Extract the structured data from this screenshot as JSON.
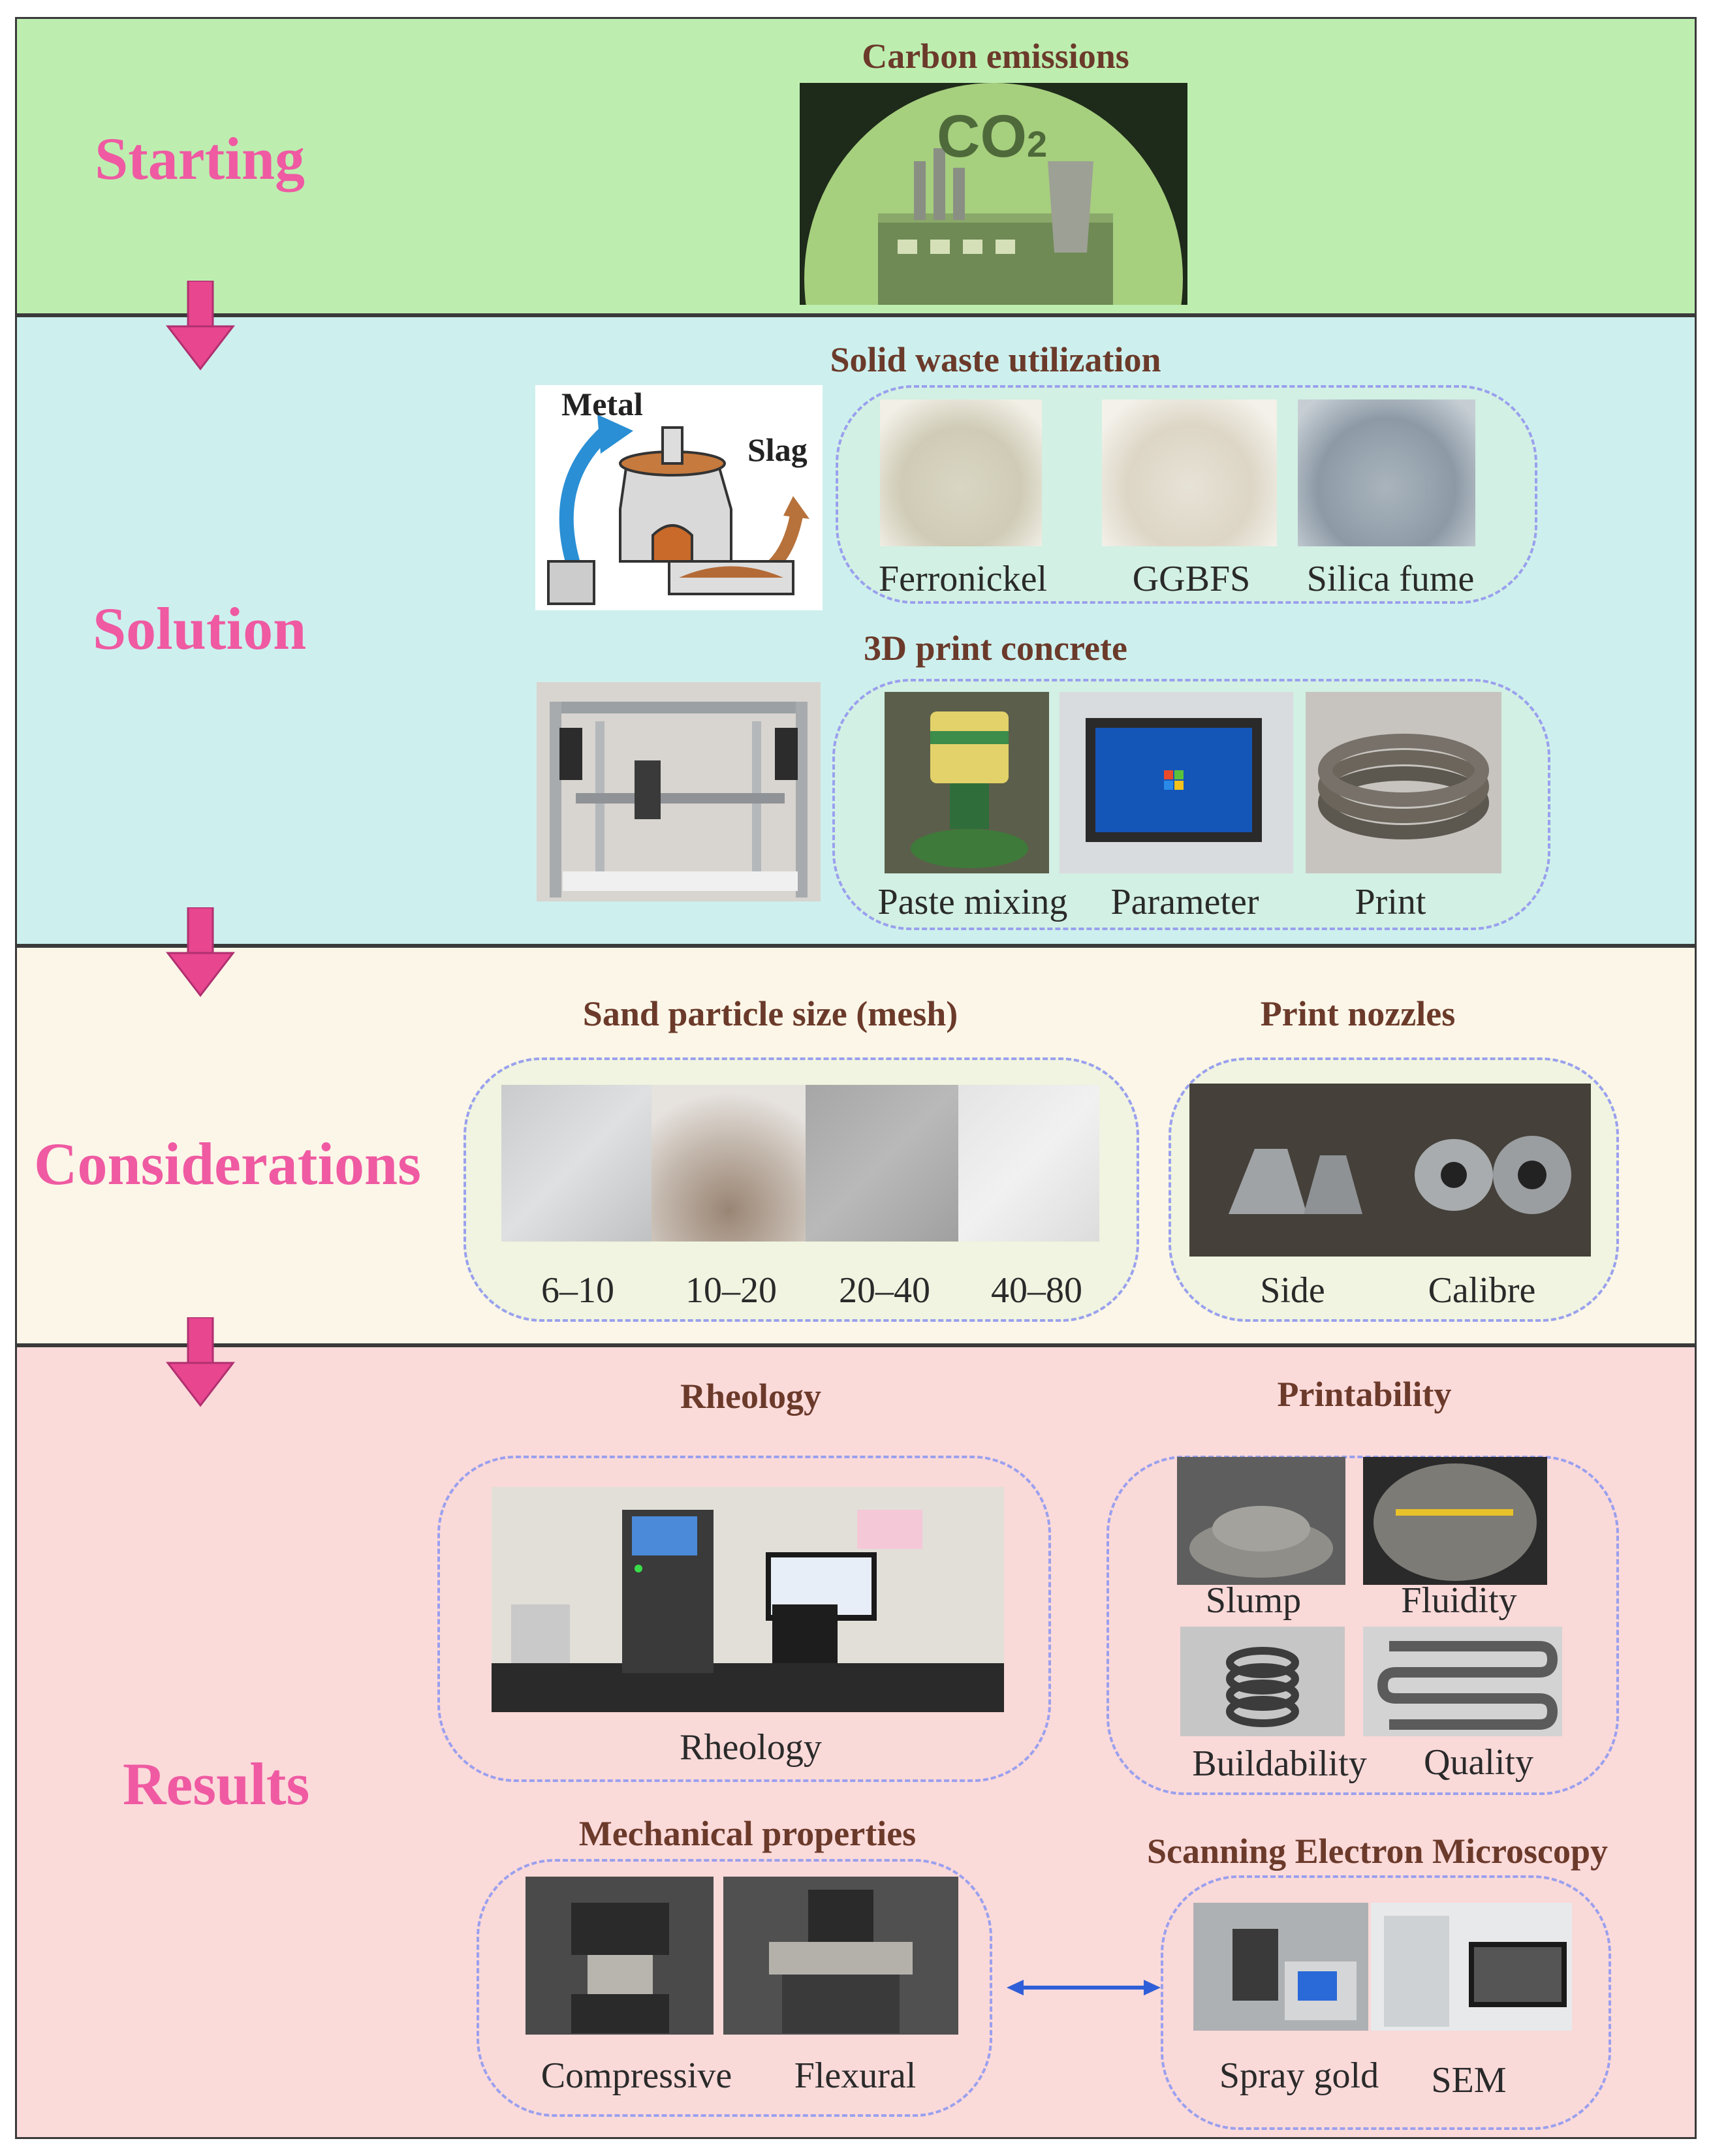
{
  "stages": {
    "starting": "Starting",
    "solution": "Solution",
    "considerations": "Considerations",
    "results": "Results"
  },
  "starting": {
    "heading": "Carbon emissions",
    "co2_label": "CO",
    "co2_sub": "2"
  },
  "solution": {
    "waste_heading": "Solid waste utilization",
    "furnace_metal": "Metal",
    "furnace_slag": "Slag",
    "materials": [
      "Ferronickel",
      "GGBFS",
      "Silica fume"
    ],
    "print_heading": "3D print concrete",
    "print_steps": [
      "Paste mixing",
      "Parameter",
      "Print"
    ]
  },
  "considerations": {
    "sand_heading": "Sand particle size (mesh)",
    "sand_sizes": [
      "6–10",
      "10–20",
      "20–40",
      "40–80"
    ],
    "nozzle_heading": "Print nozzles",
    "nozzle_views": [
      "Side",
      "Calibre"
    ]
  },
  "results": {
    "rheology_heading": "Rheology",
    "rheology_caption": "Rheology",
    "printability_heading": "Printability",
    "printability_items": [
      "Slump",
      "Fluidity",
      "Buildability",
      "Quality"
    ],
    "mechanical_heading": "Mechanical properties",
    "mechanical_items": [
      "Compressive",
      "Flexural"
    ],
    "sem_heading": "Scanning Electron Microscopy",
    "sem_items": [
      "Spray gold",
      "SEM"
    ]
  },
  "colors": {
    "stage_text": "#ef5aa2",
    "heading_text": "#6b3a2a",
    "arrow": "#e8468f",
    "dashed_border": "#9aa0ee",
    "starting_band": "#bdeeb0",
    "solution_band": "#cdf0ee",
    "considerations_band": "#fbf6e8",
    "results_band": "#fbdada"
  }
}
